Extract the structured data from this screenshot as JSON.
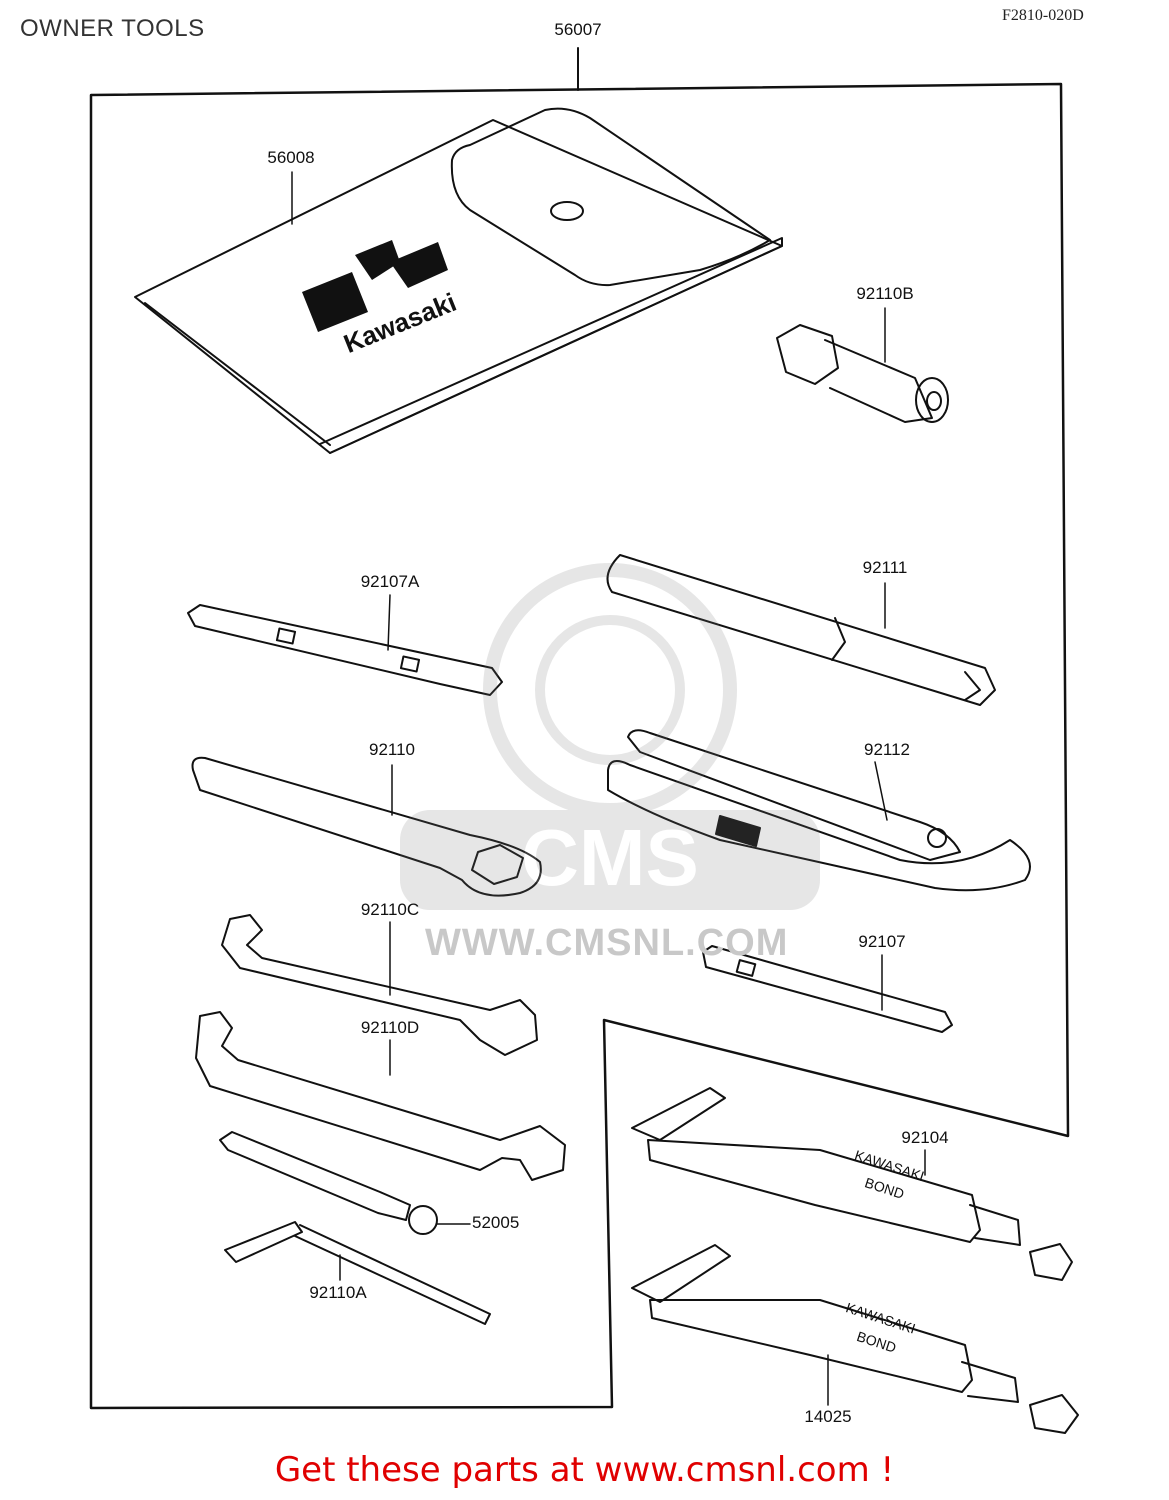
{
  "header": {
    "title": "OWNER TOOLS",
    "figure_code": "F2810-020D"
  },
  "parts": [
    {
      "key": "p56007",
      "number": "56007"
    },
    {
      "key": "p56008",
      "number": "56008"
    },
    {
      "key": "p92110B",
      "number": "92110B"
    },
    {
      "key": "p92111",
      "number": "92111"
    },
    {
      "key": "p92107A",
      "number": "92107A"
    },
    {
      "key": "p92110",
      "number": "92110"
    },
    {
      "key": "p92112",
      "number": "92112"
    },
    {
      "key": "p92110C",
      "number": "92110C"
    },
    {
      "key": "p92107",
      "number": "92107"
    },
    {
      "key": "p92110D",
      "number": "92110D"
    },
    {
      "key": "p92104",
      "number": "92104"
    },
    {
      "key": "p52005",
      "number": "52005"
    },
    {
      "key": "p92110A",
      "number": "92110A"
    },
    {
      "key": "p14025",
      "number": "14025"
    }
  ],
  "artwork_text": {
    "pouch_brand": "Kawasaki",
    "bond_tube_line1": "KAWASAKI",
    "bond_tube_line2": "BOND"
  },
  "watermark": {
    "text": "WWW.CMSNL.COM",
    "logo": "CMS"
  },
  "footer": {
    "link_text": "Get these parts at www.cmsnl.com !"
  },
  "colors": {
    "footer_link": "#e00000",
    "line_art": "#111111",
    "watermark": "#c8c8c8"
  }
}
